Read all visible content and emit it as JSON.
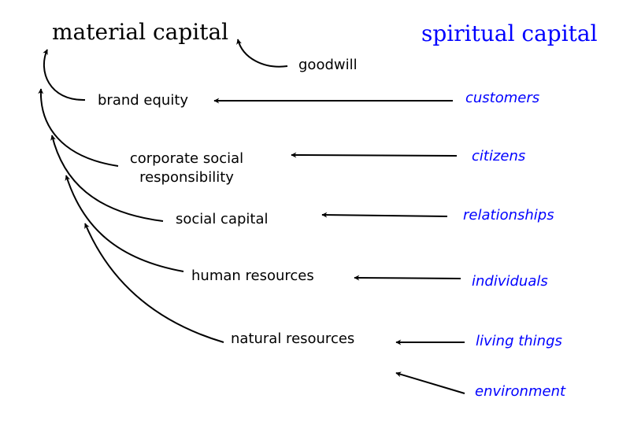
{
  "titles": {
    "material": "material capital",
    "spiritual": "spiritual capital"
  },
  "material_items": {
    "goodwill": "goodwill",
    "brand_equity": "brand equity",
    "csr_line1": "corporate social",
    "csr_line2": "responsibility",
    "social_capital": "social capital",
    "human_resources": "human resources",
    "natural_resources": "natural resources"
  },
  "spiritual_items": {
    "customers": "customers",
    "citizens": "citizens",
    "relationships": "relationships",
    "individuals": "individuals",
    "living_things": "living things",
    "environment": "environment"
  },
  "colors": {
    "material_text": "#000000",
    "spiritual_text": "#0000ff",
    "arrow": "#000000"
  }
}
